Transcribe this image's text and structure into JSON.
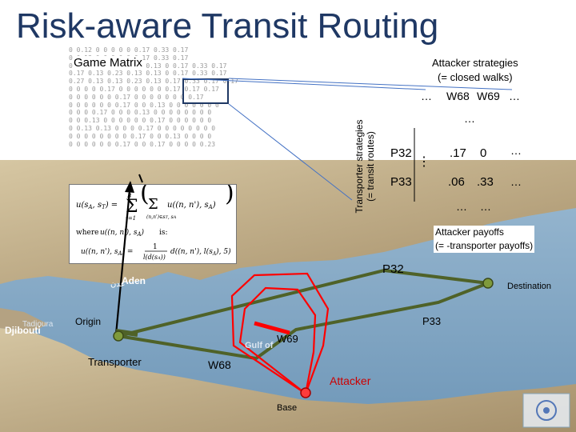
{
  "title": "Risk-aware Transit Routing",
  "game_matrix": {
    "label": "Game Matrix",
    "rows": [
      "0 0.12 0 0 0 0 0 0.17 0.33 0.17",
      "0 0.13 0 0 0 0 0 0.17 0.33 0.17",
      "0.13 0.13 0.13 0.13 0.13 0 0.17 0.33 0.17",
      "0.17 0.13 0.23 0.13 0.13 0 0.17 0.33 0.17",
      "0.27 0.13 0.13 0.23 0.13 0.17 0.33 0.17 0.17",
      "0 0 0 0 0.17 0 0 0 0 0 0 0.17 0.17 0.17",
      "0 0 0 0 0 0 0.17 0 0 0 0 0 0 0 0.17",
      "0 0 0 0 0 0 0.17 0 0 0.13 0 0 0 0 0 0 0",
      "0 0 0 0.17 0 0 0 0.13 0 0 0 0 0 0 0 0",
      "0 0 0.13 0 0 0 0 0 0 0.17 0 0 0 0 0 0",
      "0 0.13 0.13 0 0 0 0.17 0 0 0 0 0 0 0 0",
      "0 0 0 0 0 0 0 0 0.17 0 0 0.13 0 0 0 0",
      "0 0 0 0 0 0 0.17 0 0 0.17 0 0 0 0 0.23"
    ]
  },
  "attacker_strategies": {
    "line1": "Attacker strategies",
    "line2": "(= closed walks)"
  },
  "transporter_strategies": {
    "line1": "Transporter strategies",
    "line2": "(= transit routes)"
  },
  "matrix_zoom": {
    "col_headers": [
      "W68",
      "W69"
    ],
    "col_ellipsis": "…",
    "ellipsis_above": "…",
    "row_ellipsis": "⋮",
    "rows": [
      {
        "label": "P32",
        "values": [
          ".17",
          "0"
        ],
        "tail": "…"
      },
      {
        "label": "P33",
        "values": [
          ".06",
          ".33"
        ],
        "tail": "…"
      }
    ],
    "bottom": [
      "…",
      "…"
    ]
  },
  "payoffs": {
    "line1": "Attacker payoffs",
    "line2": "(= -transporter payoffs)"
  },
  "map_labels": {
    "aden": "Aden",
    "aden_ar": "عدن",
    "djibouti": "Djibouti",
    "tadjoura": "Tadjoura",
    "gulf": "Gulf of"
  },
  "route_labels": {
    "p32": "P32",
    "p33": "P33",
    "w69": "W69",
    "w68": "W68",
    "origin": "Origin",
    "transporter": "Transporter",
    "destination": "Destination",
    "attacker": "Attacker",
    "base": "Base"
  },
  "colors": {
    "title": "#1f3864",
    "route": "#4f6228",
    "attacker": "#ff0000",
    "sea": "#7ea6c5",
    "land": "#c9b48e"
  },
  "formula": {
    "line_where": "where",
    "line_is": "is:"
  }
}
